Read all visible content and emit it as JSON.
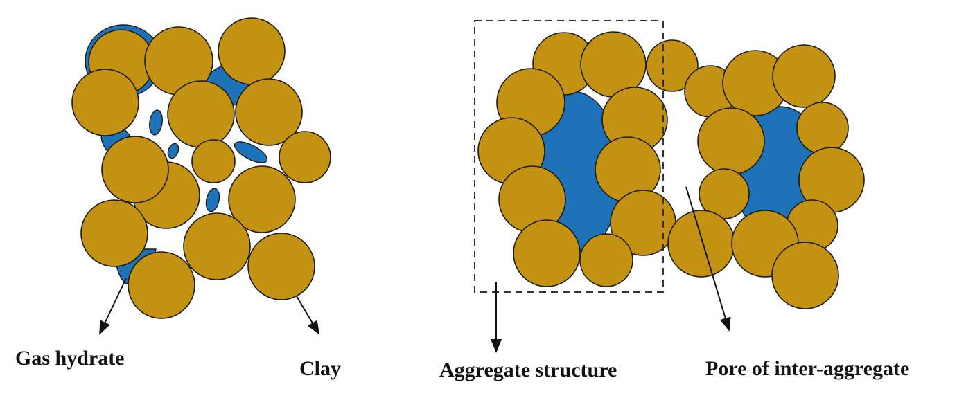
{
  "labels": {
    "gas_hydrate": "Gas hydrate",
    "clay": "Clay",
    "aggregate_structure": "Aggregate structure",
    "pore_inter_aggregate": "Pore of inter-aggregate"
  },
  "colors": {
    "clay": "#c49212",
    "hydrate": "#1e73b8",
    "outline": "#1a1a1a",
    "background": "#ffffff"
  }
}
